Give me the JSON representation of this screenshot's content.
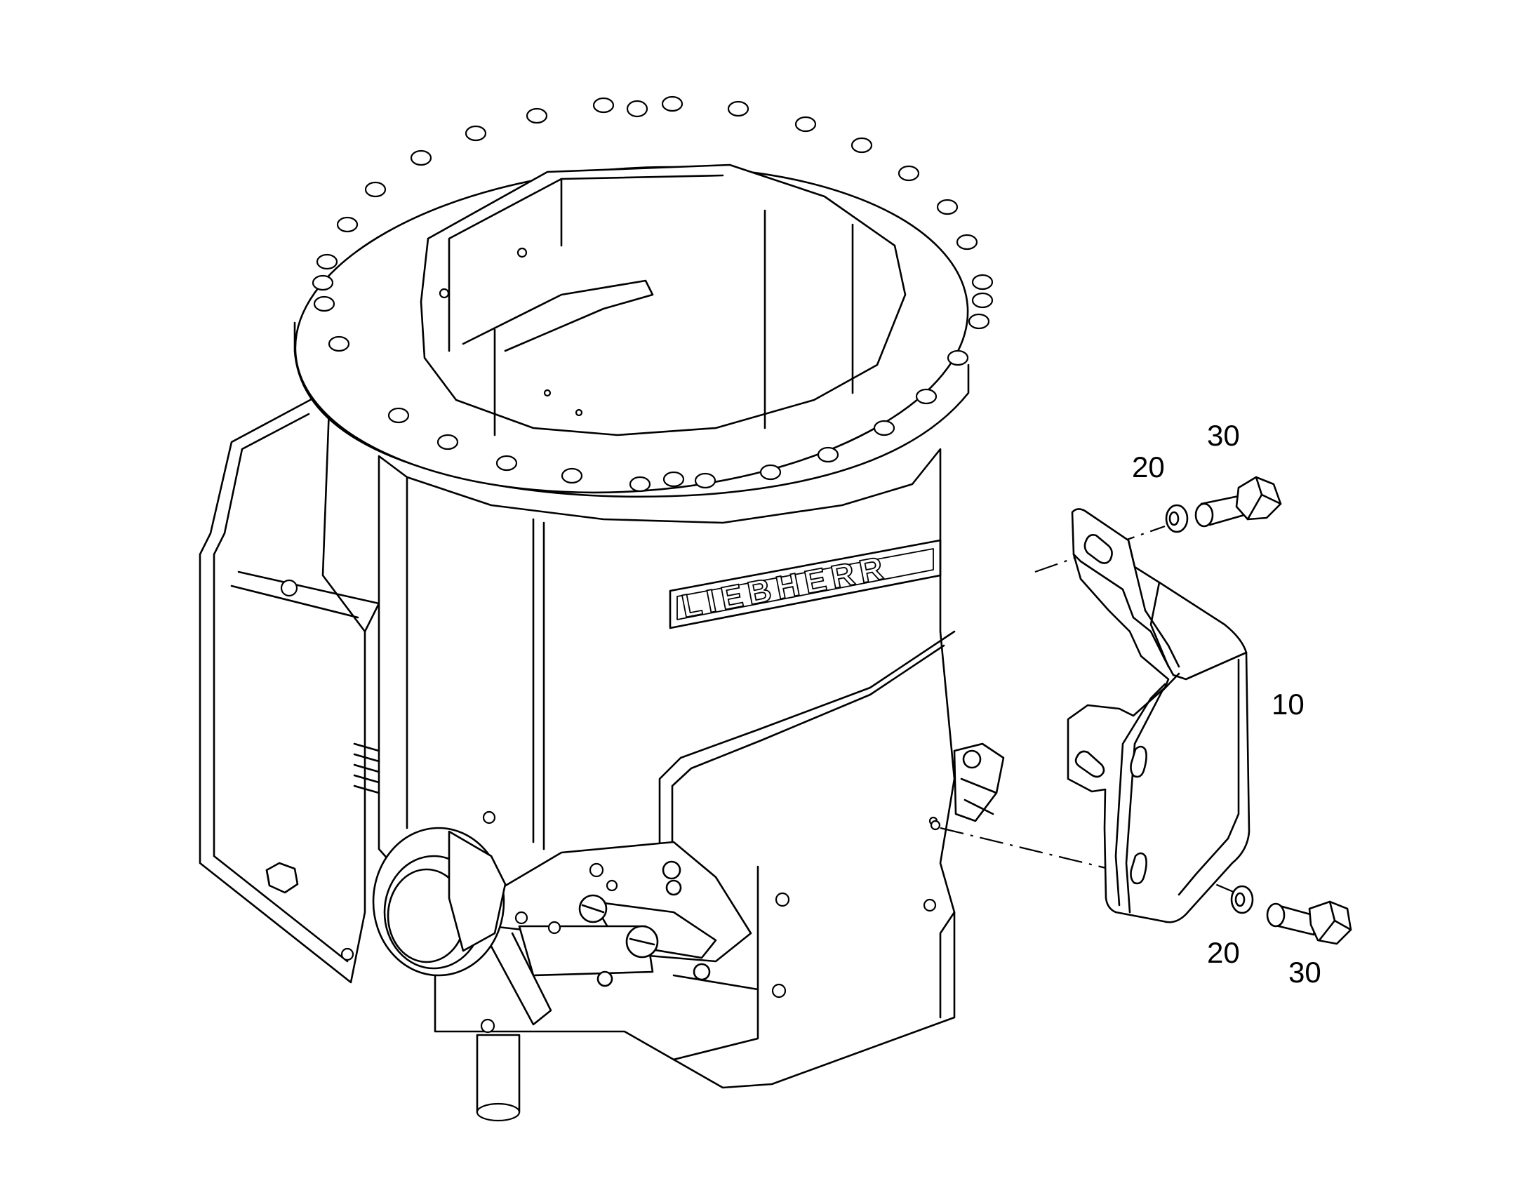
{
  "diagram": {
    "callouts": [
      {
        "id": "10",
        "part": "bracket"
      },
      {
        "id": "20",
        "part": "washer-upper"
      },
      {
        "id": "30",
        "part": "bolt-upper"
      },
      {
        "id": "20",
        "part": "washer-lower"
      },
      {
        "id": "30",
        "part": "bolt-lower"
      }
    ],
    "logo_text": "LIEBHERR"
  }
}
